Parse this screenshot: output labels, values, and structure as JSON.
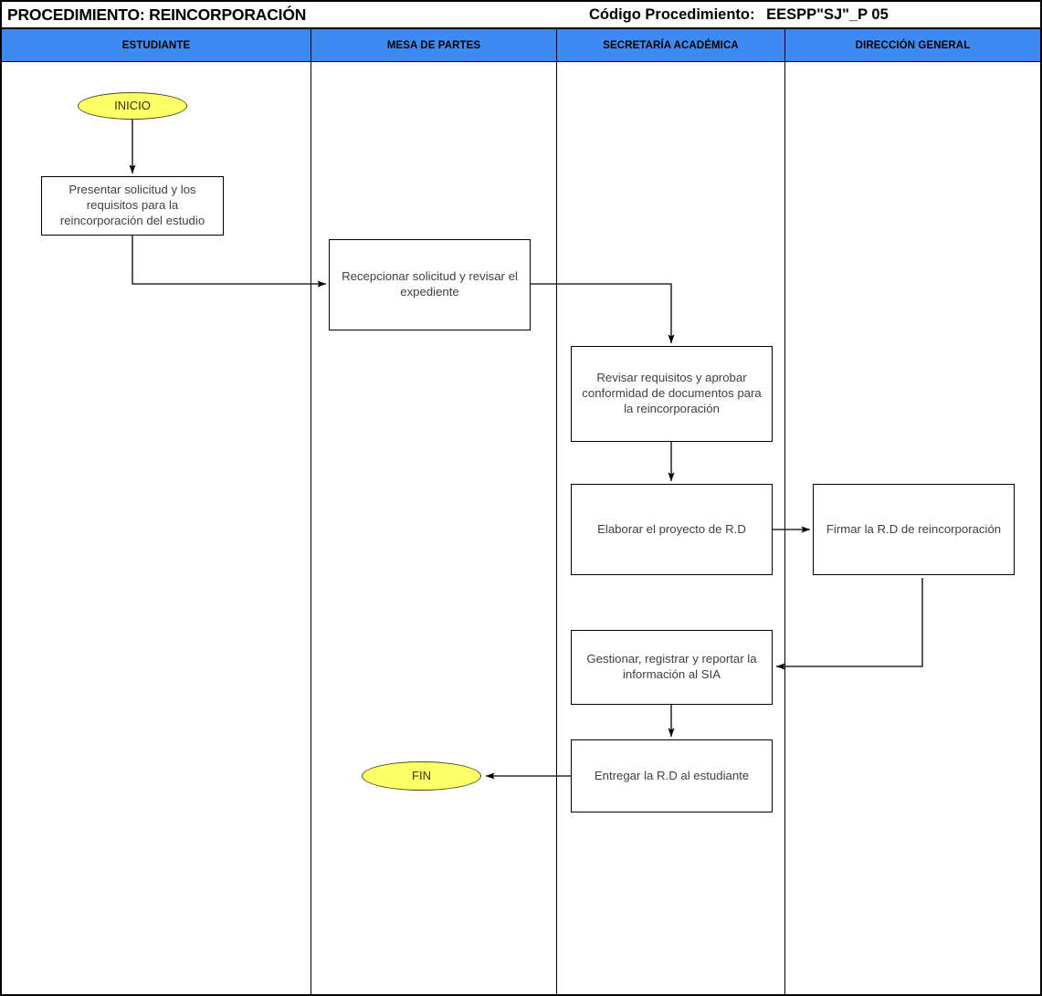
{
  "header": {
    "procedure_title": "PROCEDIMIENTO: REINCORPORACIÓN",
    "code_label": "Código Procedimiento:",
    "code_value": "EESPP\"SJ\"_P 05"
  },
  "lanes": [
    {
      "id": "estudiante",
      "label": "ESTUDIANTE"
    },
    {
      "id": "mesa-de-partes",
      "label": "MESA DE PARTES"
    },
    {
      "id": "secretaria-academica",
      "label": "SECRETARÍA ACADÉMICA"
    },
    {
      "id": "direccion-general",
      "label": "DIRECCIÓN GENERAL"
    }
  ],
  "nodes": {
    "start": "INICIO",
    "step1": "Presentar solicitud y los requisitos para la reincorporación del estudio",
    "step2": "Recepcionar solicitud y revisar el expediente",
    "step3": "Revisar requisitos y aprobar conformidad de documentos para la reincorporación",
    "step4": "Elaborar el proyecto de R.D",
    "step5": "Firmar la R.D de reincorporación",
    "step6": "Gestionar, registrar y reportar la información al SIA",
    "step7": "Entregar la R.D al estudiante",
    "end": "FIN"
  },
  "colors": {
    "lane_header_blue": "#3d8bf2",
    "terminator_yellow": "#ffff66",
    "terminator_border": "#4d4d1a",
    "node_border": "#000000",
    "node_text": "#404040",
    "connector": "#000000",
    "page_background": "#ffffff"
  }
}
